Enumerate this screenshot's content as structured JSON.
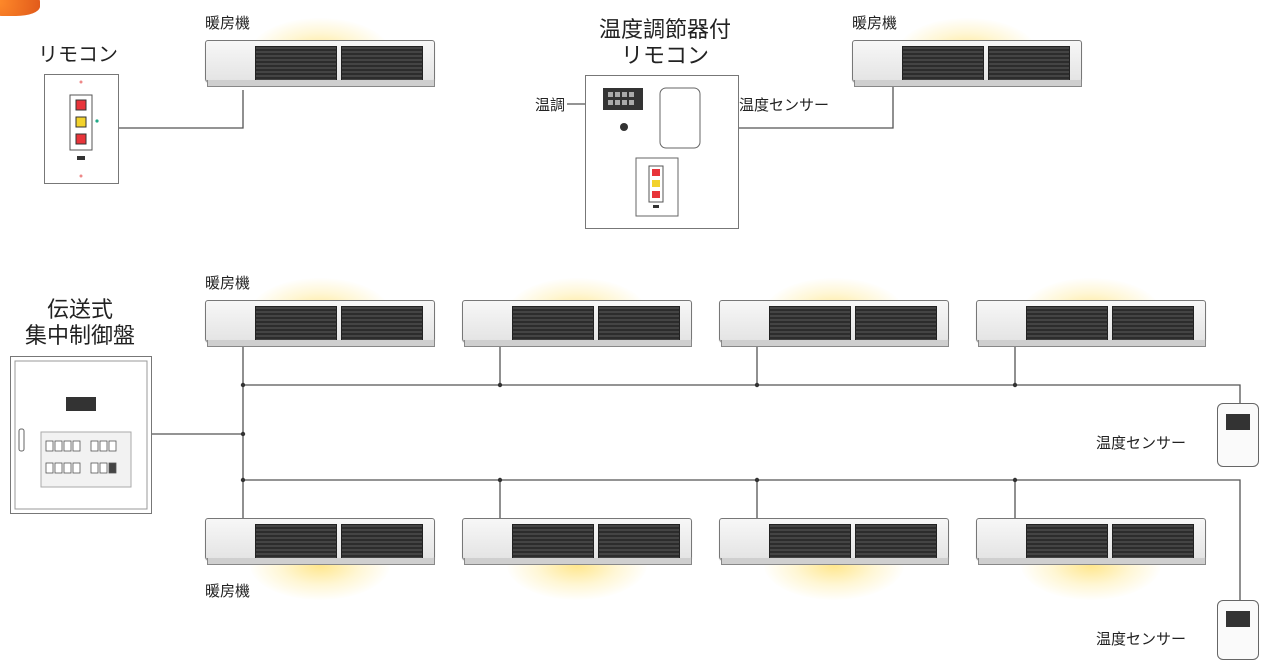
{
  "labels": {
    "remote": "リモコン",
    "heater": "暖房機",
    "thermo_remote_line1": "温度調節器付",
    "thermo_remote_line2": "リモコン",
    "thermostat": "温調",
    "temp_sensor": "温度センサー",
    "central_panel_line1": "伝送式",
    "central_panel_line2": "集中制御盤"
  },
  "colors": {
    "line": "#555555",
    "heater_grill": "#3d3d3d",
    "glow": "#ffe278",
    "remote_red": "#e8343a",
    "remote_yellow": "#f2d22c",
    "accent_orange": "#e8641e"
  }
}
